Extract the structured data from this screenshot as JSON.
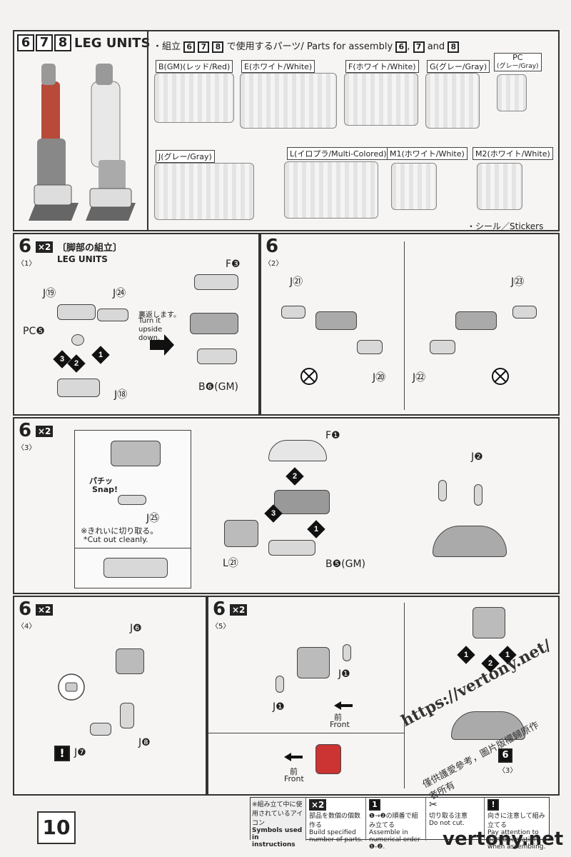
{
  "header": {
    "steps": [
      "6",
      "7",
      "8"
    ],
    "title": "LEG UNITS",
    "parts_heading_prefix": "・組立",
    "parts_heading_suffix": "で使用するパーツ/ Parts for assembly",
    "parts_heading_and": "and"
  },
  "runners": [
    {
      "label": "B(GM)(レッド/Red)"
    },
    {
      "label": "E(ホワイト/White)"
    },
    {
      "label": "F(ホワイト/White)"
    },
    {
      "label": "G(グレー/Gray)"
    },
    {
      "label": "PC",
      "sublabel": "(グレー/Gray)"
    },
    {
      "label": "J(グレー/Gray)"
    },
    {
      "label": "L(イロプラ/Multi-Colored)"
    },
    {
      "label": "M1(ホワイト/White)"
    },
    {
      "label": "M2(ホワイト/White)"
    }
  ],
  "stickers_label": "・シール／Stickers",
  "step1": {
    "number": "6",
    "sub": "〈1〉",
    "multiplier": "×2",
    "title_jp": "〔脚部の組立〕",
    "title_en": "LEG UNITS",
    "parts": [
      "J⑲",
      "J㉔",
      "PC❺",
      "J⑱",
      "F❸",
      "B❻(GM)"
    ],
    "flip_jp": "裏返します。",
    "flip_en": "Turn it upside down."
  },
  "step2": {
    "number": "6",
    "sub": "〈2〉",
    "parts": [
      "J㉑",
      "J⑳",
      "J㉓",
      "J㉒"
    ]
  },
  "step3": {
    "number": "6",
    "sub": "〈3〉",
    "multiplier": "×2",
    "snap_jp": "パチッ",
    "snap_en": "Snap!",
    "parts": [
      "J㉕",
      "F❶",
      "L㉑",
      "B❺(GM)",
      "J❷"
    ],
    "cut_jp": "※きれいに切り取る。",
    "cut_en": "*Cut out cleanly."
  },
  "step4": {
    "number": "6",
    "sub": "〈4〉",
    "multiplier": "×2",
    "parts": [
      "J❻",
      "J❼",
      "J❽"
    ]
  },
  "step5": {
    "number": "6",
    "sub": "〈5〉",
    "multiplier": "×2",
    "parts": [
      "J❶",
      "J❶"
    ],
    "front_jp": "前",
    "front_en": "Front",
    "ref_step": "6",
    "ref_sub": "〈3〉"
  },
  "legend": {
    "title_jp": "※組み立て中に使用されているアイコン",
    "title_en": "Symbols used in instructions",
    "items": [
      {
        "icon": "×2",
        "jp": "部品を数個の個数作る",
        "en": "Build specified number of parts."
      },
      {
        "icon": "1",
        "jp": "❶→❷の順番で組み立てる",
        "en": "Assemble in numerical order ❶-❷."
      },
      {
        "icon": "✂",
        "jp": "切り取る注意",
        "en": "Do not cut."
      },
      {
        "icon": "!",
        "jp": "向きに注意して組み立てる",
        "en": "Pay attention to part orientation when assembling."
      }
    ]
  },
  "page_number": "10",
  "watermark_url": "https://vertony.net/",
  "watermark_site": "vertony.net",
  "watermark_cn": "僅供護愛參考，圖片版權歸原作者所有"
}
